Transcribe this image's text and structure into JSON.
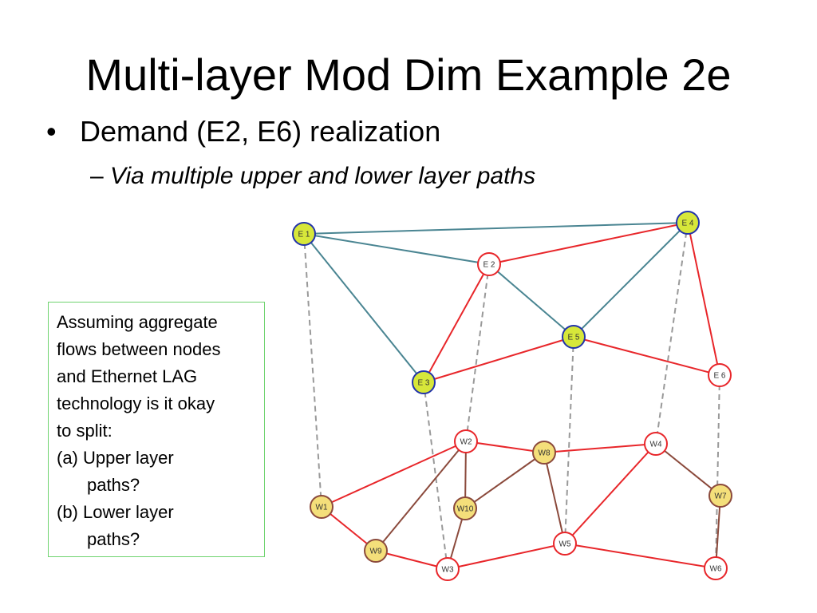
{
  "slide": {
    "title": "Multi-layer Mod Dim Example 2e",
    "bullet1": "Demand (E2, E6) realization",
    "bullet1_marker": "•",
    "bullet2_dash": "–",
    "bullet2": "Via multiple upper  and lower layer paths"
  },
  "note_box": {
    "lines": [
      "Assuming aggregate",
      "flows between nodes",
      "and Ethernet LAG",
      "technology is it okay",
      "to split:",
      "(a) Upper layer",
      "paths?",
      "(b) Lower layer",
      "paths?"
    ]
  },
  "colors": {
    "upper_blue_edge": "#4a8592",
    "red_edge": "#e8262a",
    "brown_edge": "#8b4a3c",
    "dashed_edge": "#999999",
    "yellow_green_node": "#d7e73a",
    "blue_node_border": "#2233aa",
    "yellow_node": "#f4df7a",
    "brown_node_border": "#8b4a3c",
    "white_node": "#ffffff",
    "red_node_border": "#e8262a",
    "box_border": "#6fd36f"
  },
  "diagram": {
    "nodes": [
      {
        "id": "E1",
        "label": "E 1",
        "style": "upper-active"
      },
      {
        "id": "E4",
        "label": "E 4",
        "style": "upper-active"
      },
      {
        "id": "E2",
        "label": "E 2",
        "style": "upper-demand"
      },
      {
        "id": "E5",
        "label": "E 5",
        "style": "upper-active"
      },
      {
        "id": "E3",
        "label": "E 3",
        "style": "upper-active"
      },
      {
        "id": "E6",
        "label": "E 6",
        "style": "upper-demand"
      },
      {
        "id": "W2",
        "label": "W2",
        "style": "lower-plain"
      },
      {
        "id": "W8",
        "label": "W8",
        "style": "lower-active"
      },
      {
        "id": "W4",
        "label": "W4",
        "style": "lower-plain"
      },
      {
        "id": "W1",
        "label": "W1",
        "style": "lower-active"
      },
      {
        "id": "W10",
        "label": "W10",
        "style": "lower-active"
      },
      {
        "id": "W7",
        "label": "W7",
        "style": "lower-active"
      },
      {
        "id": "W9",
        "label": "W9",
        "style": "lower-active"
      },
      {
        "id": "W5",
        "label": "W5",
        "style": "lower-plain"
      },
      {
        "id": "W3",
        "label": "W3",
        "style": "lower-plain"
      },
      {
        "id": "W6",
        "label": "W6",
        "style": "lower-plain"
      }
    ],
    "edges": [
      {
        "from": "E1",
        "to": "E4",
        "kind": "upper"
      },
      {
        "from": "E1",
        "to": "E2",
        "kind": "upper"
      },
      {
        "from": "E1",
        "to": "E3",
        "kind": "upper"
      },
      {
        "from": "E2",
        "to": "E5",
        "kind": "upper"
      },
      {
        "from": "E4",
        "to": "E5",
        "kind": "upper"
      },
      {
        "from": "E2",
        "to": "E4",
        "kind": "red"
      },
      {
        "from": "E2",
        "to": "E3",
        "kind": "red"
      },
      {
        "from": "E3",
        "to": "E5",
        "kind": "red"
      },
      {
        "from": "E5",
        "to": "E6",
        "kind": "red"
      },
      {
        "from": "E4",
        "to": "E6",
        "kind": "red"
      },
      {
        "from": "E1",
        "to": "W1",
        "kind": "dashed"
      },
      {
        "from": "E2",
        "to": "W2",
        "kind": "dashed"
      },
      {
        "from": "E3",
        "to": "W3",
        "kind": "dashed"
      },
      {
        "from": "E5",
        "to": "W5",
        "kind": "dashed"
      },
      {
        "from": "E4",
        "to": "W4",
        "kind": "dashed"
      },
      {
        "from": "E6",
        "to": "W6",
        "kind": "dashed"
      },
      {
        "from": "W1",
        "to": "W2",
        "kind": "red"
      },
      {
        "from": "W2",
        "to": "W8",
        "kind": "red"
      },
      {
        "from": "W8",
        "to": "W4",
        "kind": "red"
      },
      {
        "from": "W1",
        "to": "W9",
        "kind": "red"
      },
      {
        "from": "W9",
        "to": "W3",
        "kind": "red"
      },
      {
        "from": "W3",
        "to": "W5",
        "kind": "red"
      },
      {
        "from": "W5",
        "to": "W6",
        "kind": "red"
      },
      {
        "from": "W4",
        "to": "W5",
        "kind": "red"
      },
      {
        "from": "W2",
        "to": "W9",
        "kind": "brown"
      },
      {
        "from": "W2",
        "to": "W10",
        "kind": "brown"
      },
      {
        "from": "W8",
        "to": "W10",
        "kind": "brown"
      },
      {
        "from": "W10",
        "to": "W3",
        "kind": "brown"
      },
      {
        "from": "W8",
        "to": "W5",
        "kind": "brown"
      },
      {
        "from": "W4",
        "to": "W7",
        "kind": "brown"
      },
      {
        "from": "W7",
        "to": "W6",
        "kind": "brown"
      }
    ]
  }
}
